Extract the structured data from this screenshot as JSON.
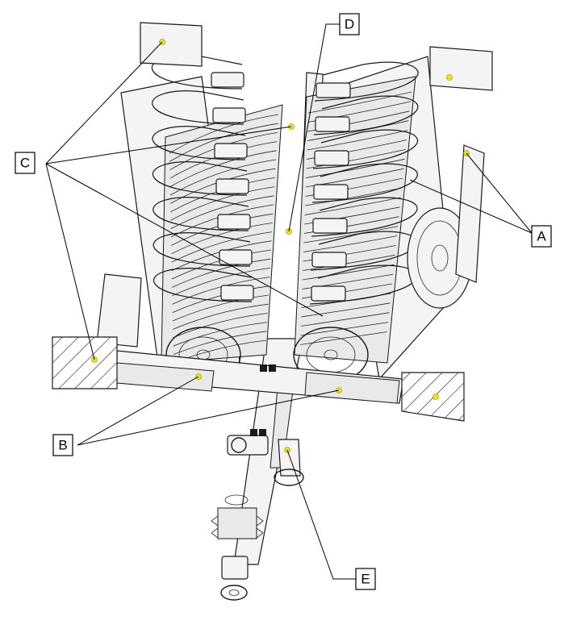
{
  "callouts": {
    "A": "A",
    "B": "B",
    "C": "C",
    "D": "D",
    "E": "E"
  },
  "marker_color": "#f2e600",
  "line_color": "#1a1a1a"
}
